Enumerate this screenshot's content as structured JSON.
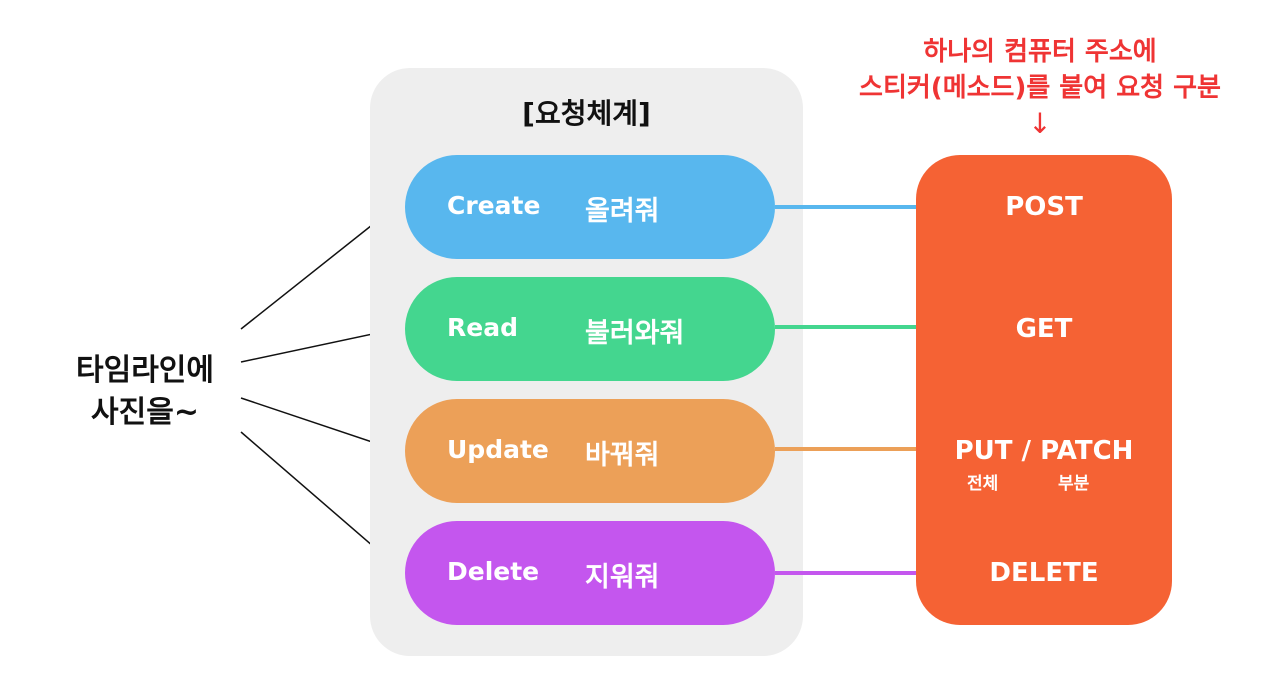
{
  "source": {
    "line1": "타임라인에",
    "line2": "사진을~"
  },
  "panel": {
    "title": "[요청체계]"
  },
  "operations": [
    {
      "name": "Create",
      "korean": "올려줘",
      "color": "#58b7ee"
    },
    {
      "name": "Read",
      "korean": "불러와줘",
      "color": "#44d68f"
    },
    {
      "name": "Update",
      "korean": "바꿔줘",
      "color": "#eca058"
    },
    {
      "name": "Delete",
      "korean": "지워줘",
      "color": "#c456ee"
    }
  ],
  "methods": {
    "box_color": "#f56234",
    "items": [
      {
        "label": "POST"
      },
      {
        "label": "GET"
      },
      {
        "label": "PUT / PATCH",
        "sub_left": "전체",
        "sub_right": "부분"
      },
      {
        "label": "DELETE"
      }
    ]
  },
  "note": {
    "line1": "하나의 컴퓨터 주소에",
    "line2": "스티커(메소드)를 붙여 요청 구분",
    "arrow": "↓",
    "color": "#ef3434"
  }
}
